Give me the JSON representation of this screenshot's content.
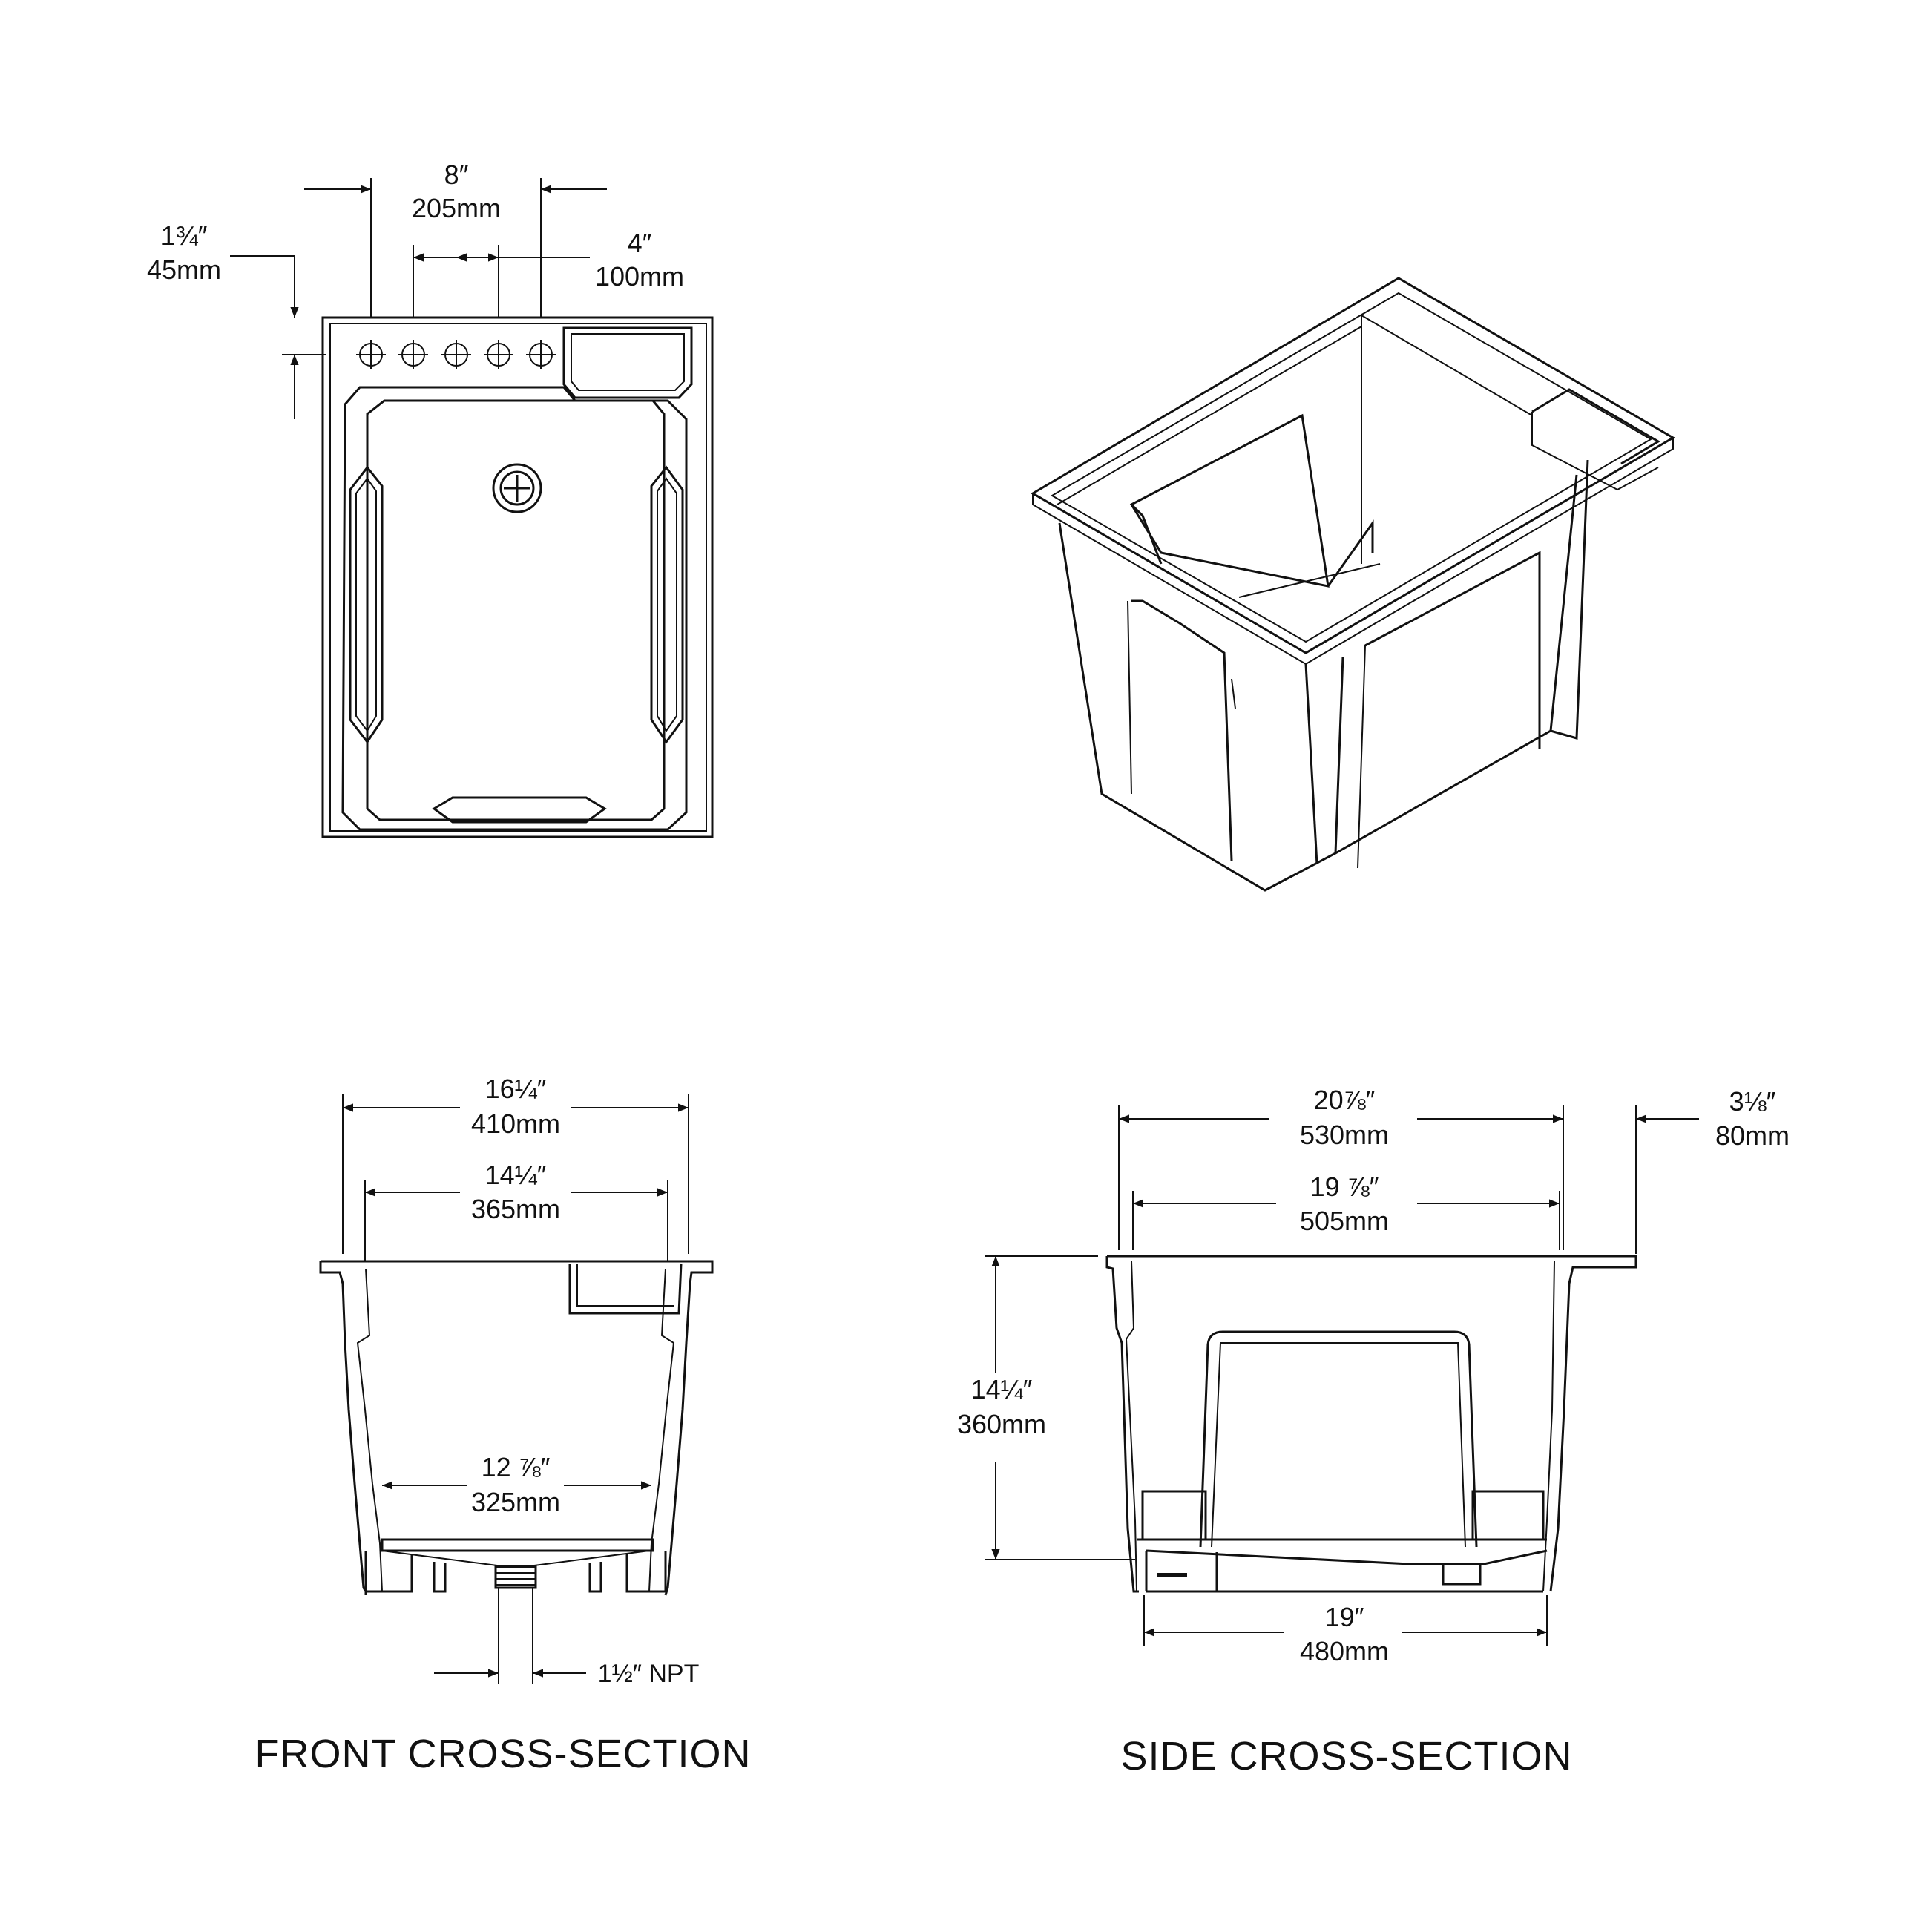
{
  "top_view": {
    "hole_spacing": {
      "imperial": "8″",
      "metric": "205mm"
    },
    "hole_offset": {
      "imperial": "4″",
      "metric": "100mm"
    },
    "edge_offset": {
      "imperial": "1¾″",
      "metric": "45mm"
    }
  },
  "front_section": {
    "title": "FRONT CROSS-SECTION",
    "overall_width": {
      "imperial": "16¼″",
      "metric": "410mm"
    },
    "inner_width": {
      "imperial": "14¼″",
      "metric": "365mm"
    },
    "bottom_width": {
      "imperial": "12 ⅞″",
      "metric": "325mm"
    },
    "drain": {
      "label": "1½″ NPT"
    }
  },
  "side_section": {
    "title": "SIDE CROSS-SECTION",
    "overall_length": {
      "imperial": "20⅞″",
      "metric": "530mm"
    },
    "inner_length": {
      "imperial": "19 ⅞″",
      "metric": "505mm"
    },
    "flange": {
      "imperial": "3⅛″",
      "metric": "80mm"
    },
    "depth": {
      "imperial": "14¼″",
      "metric": "360mm"
    },
    "bottom_length": {
      "imperial": "19″",
      "metric": "480mm"
    }
  }
}
